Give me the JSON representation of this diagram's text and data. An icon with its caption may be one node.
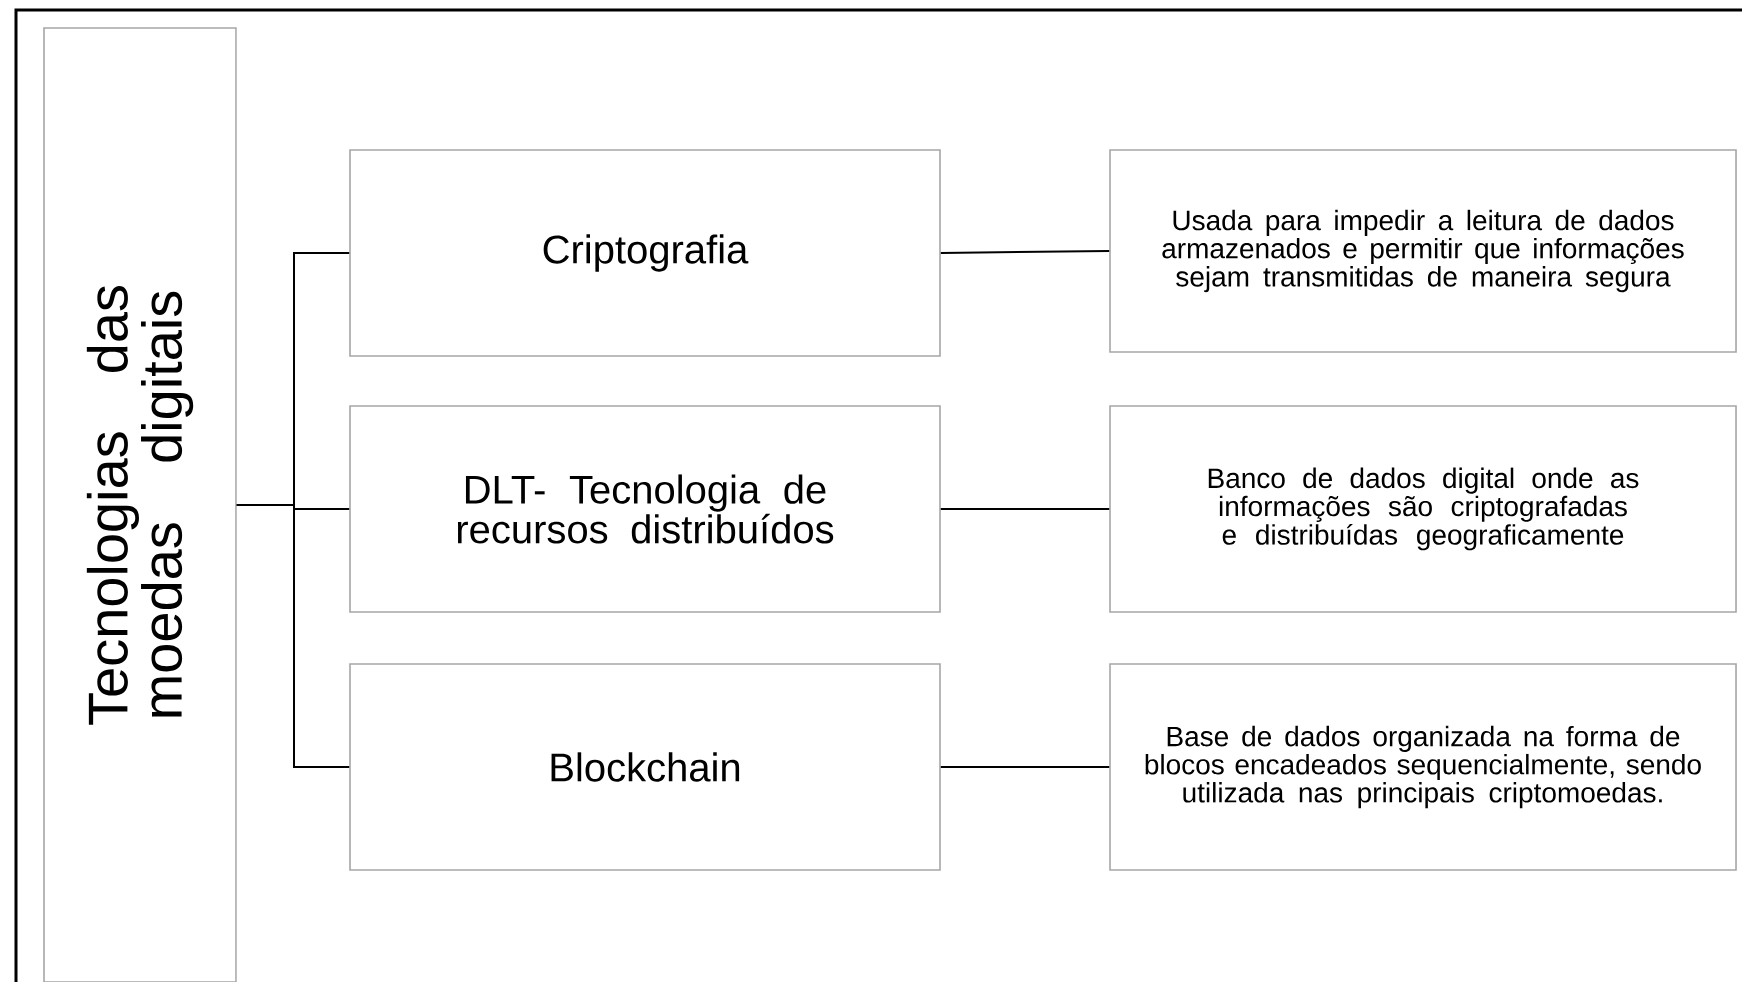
{
  "diagram": {
    "nodes": [
      {
        "text": [
          "Tecnologias das moedas digitais"
        ]
      },
      {
        "text": [
          "Criptografia"
        ]
      },
      {
        "text": [
          "DLT- Tecnologia de recursos distribuídos"
        ]
      },
      {
        "text": [
          "Blockchain"
        ]
      },
      {
        "text": [
          "Usada para impedir a leitura de dados armazenados e permitir que informações sejam transmitidas de maneira segura"
        ]
      },
      {
        "text": [
          "Banco de dados digital onde as informações são criptografadas e distribuídas geograficamente"
        ]
      },
      {
        "text": [
          "Base de dados organizada na forma de blocos encadeados sequencialmente, sendo utilizada nas principais criptomoedas."
        ]
      }
    ],
    "edges": [
      {
        "from": 0,
        "to": 1,
        "arrow": "none"
      },
      {
        "from": 0,
        "to": 2,
        "arrow": "none"
      },
      {
        "from": 0,
        "to": 3,
        "arrow": "none"
      },
      {
        "from": 1,
        "to": 4,
        "arrow": "none"
      },
      {
        "from": 2,
        "to": 5,
        "arrow": "none"
      },
      {
        "from": 3,
        "to": 6,
        "arrow": "none"
      }
    ]
  }
}
